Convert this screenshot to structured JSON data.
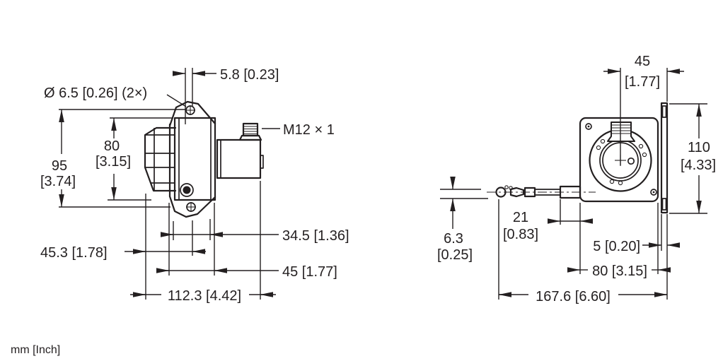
{
  "meta": {
    "units_label": "mm [Inch]",
    "ink_color": "#231f20",
    "background_color": "#ffffff"
  },
  "front_view": {
    "dims": {
      "hole_diameter": "Ø 6.5 [0.26] (2×)",
      "hole_offset": "5.8 [0.23]",
      "connector_thread": "M12 × 1",
      "body_height_mm": "80",
      "body_height_in": "[3.15]",
      "hole_spacing_mm": "95",
      "hole_spacing_in": "[3.74]",
      "drum_to_hole_axis": "45.3 [1.78]",
      "face_to_connector": "34.5 [1.36]",
      "bracket_width": "45 [1.77]",
      "total_length": "112.3 [4.42]"
    }
  },
  "side_view": {
    "dims": {
      "center_to_edge_mm": "45",
      "center_to_edge_in": "[1.77]",
      "flange_height_mm": "110",
      "flange_height_in": "[4.33]",
      "rope_guide_mm": "21",
      "rope_guide_in": "[0.83]",
      "rope_eyelet_mm": "6.3",
      "rope_eyelet_in": "[0.25]",
      "flange_thickness": "5 [0.20]",
      "plate_width": "80 [3.15]",
      "total_length": "167.6 [6.60]"
    }
  }
}
